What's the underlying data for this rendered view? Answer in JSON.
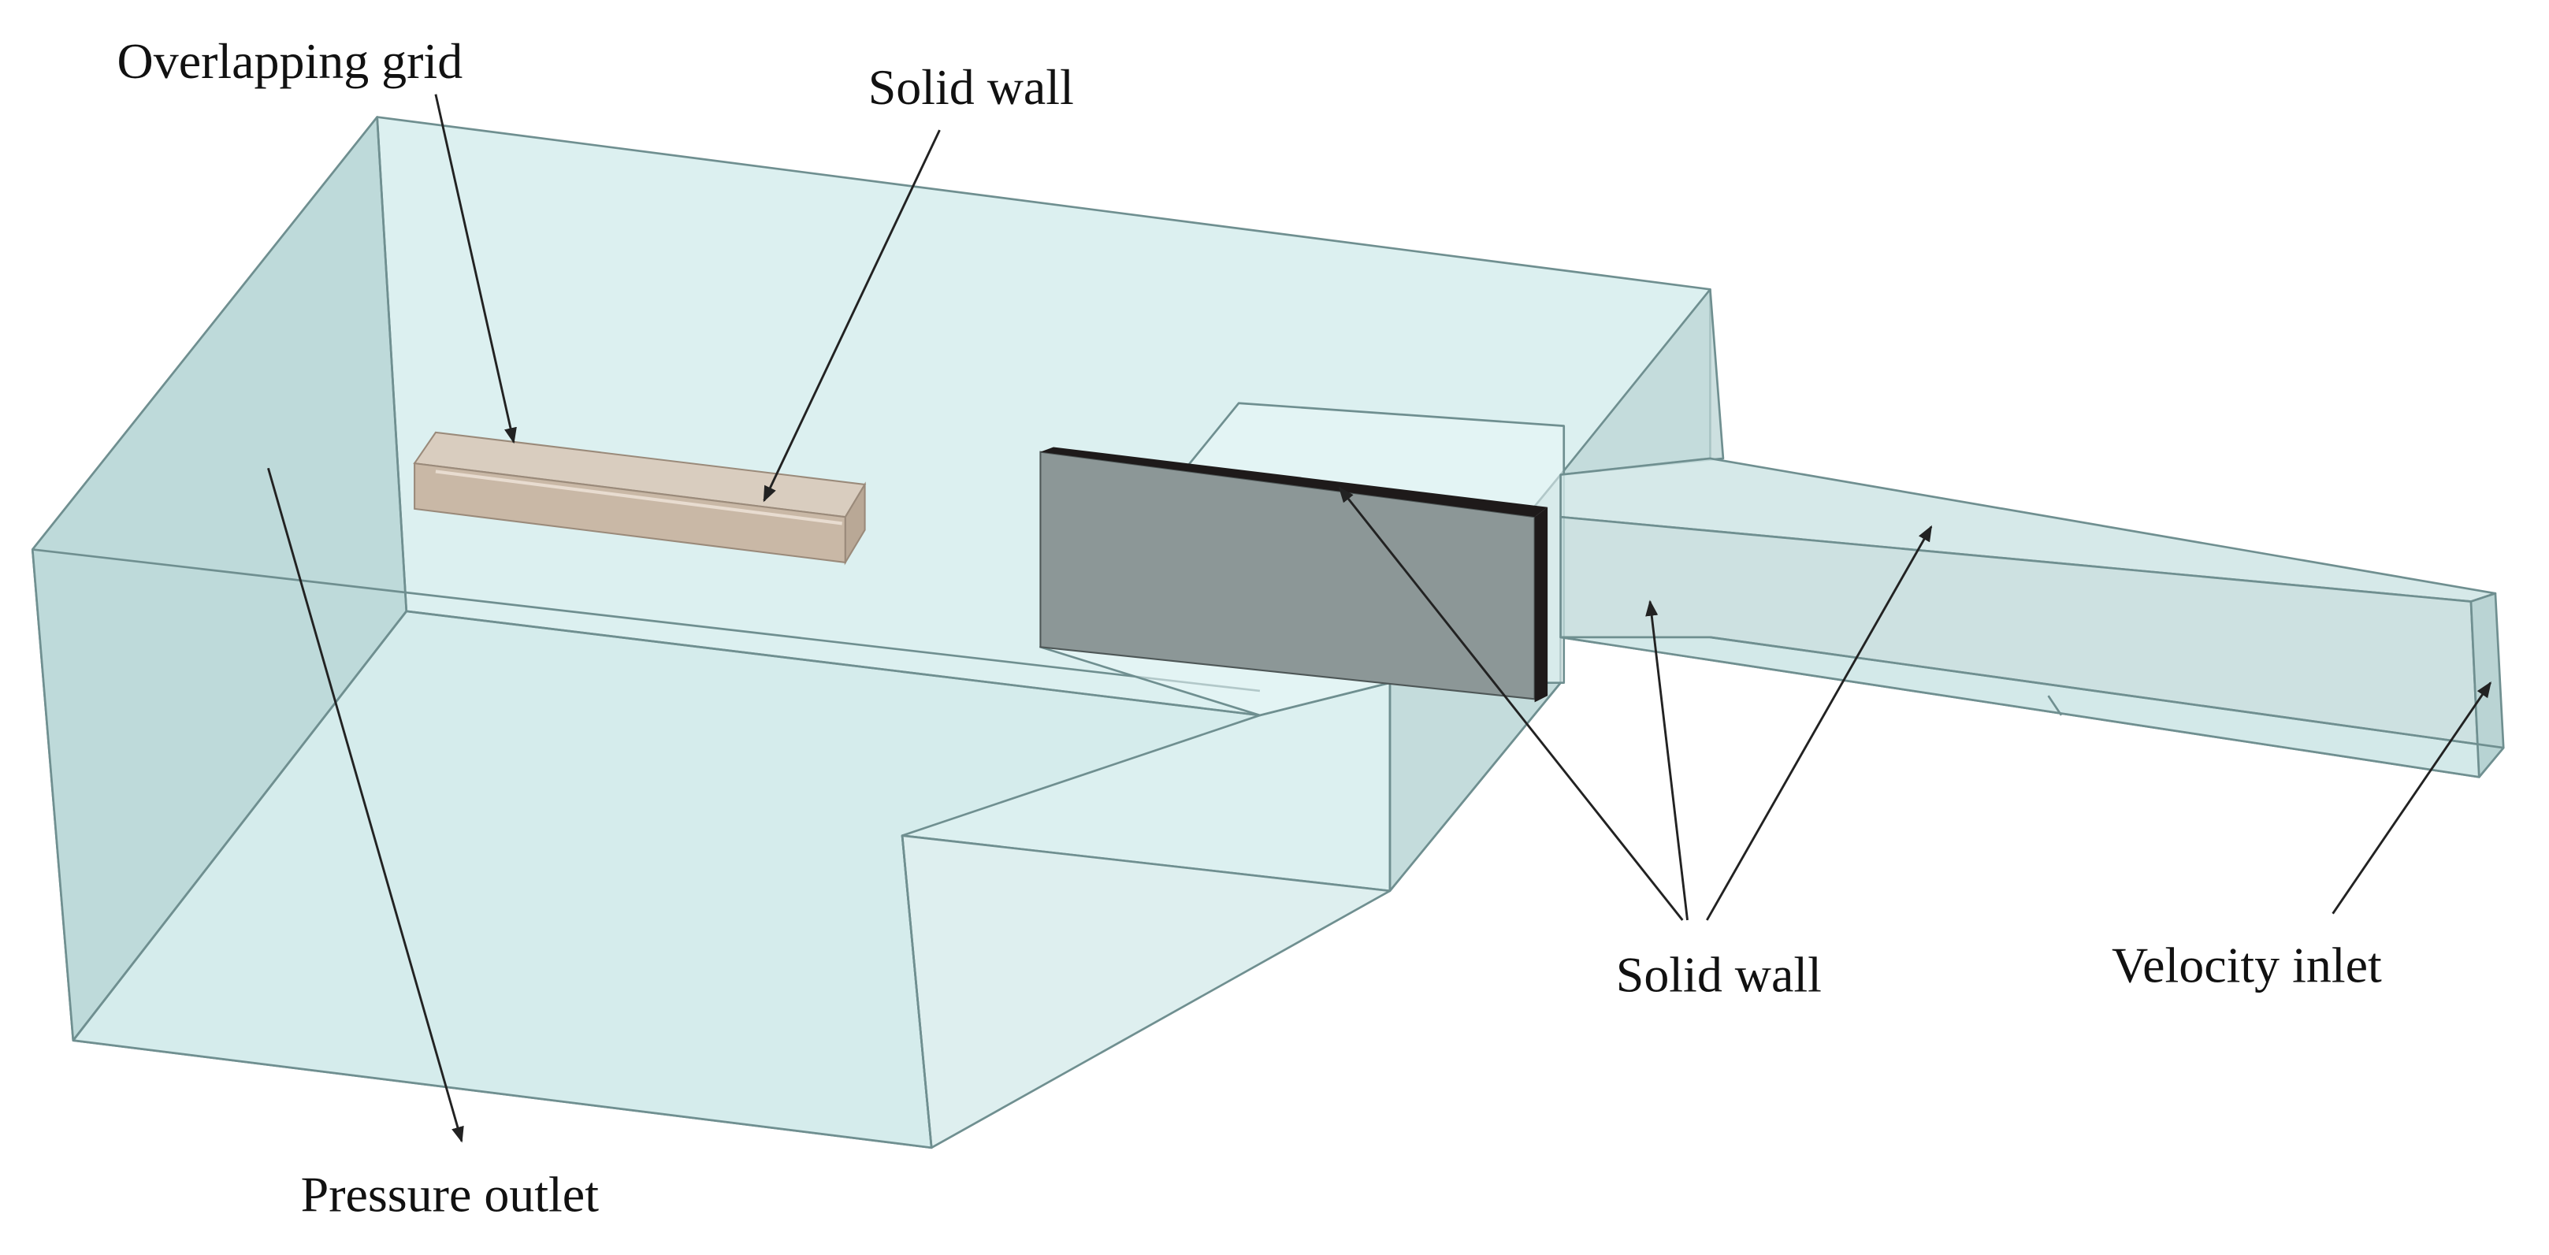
{
  "labels": {
    "overlapping_grid": "Overlapping grid",
    "solid_wall_top": "Solid wall",
    "solid_wall_bottom": "Solid wall",
    "velocity_inlet": "Velocity inlet",
    "pressure_outlet": "Pressure outlet"
  },
  "colors": {
    "domain_fill": "#d5ecec",
    "domain_side": "#b7d4d4",
    "domain_dark": "#a9c4c4",
    "edge": "#6f8f90",
    "overlap_block": "#cbb9a6",
    "solid_plate": "#8a9595",
    "plate_edge": "#1e1a1a",
    "text": "#111111"
  }
}
